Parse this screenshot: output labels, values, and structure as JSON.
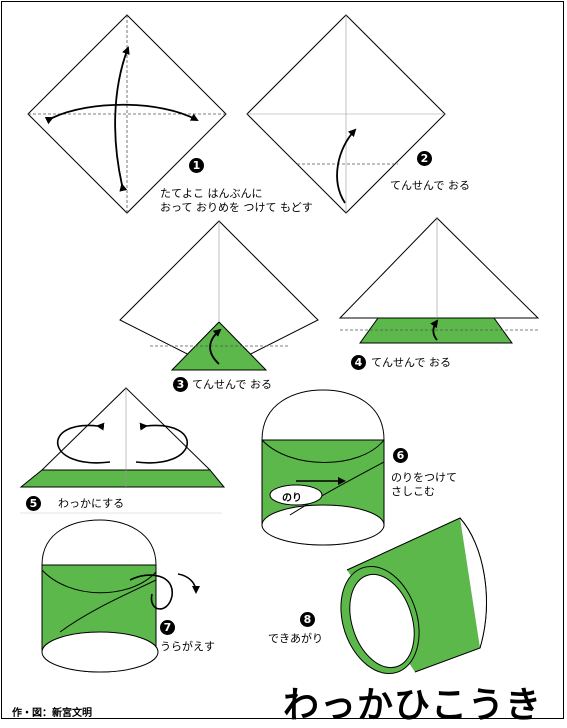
{
  "colors": {
    "paper_green": "#5cb84a",
    "line": "#000000",
    "crease": "#555555"
  },
  "steps": [
    {
      "number": "1",
      "line1": "たてよこ はんぶんに",
      "line2": "おって おりめを つけて もどす"
    },
    {
      "number": "2",
      "line1": "てんせんで おる"
    },
    {
      "number": "3",
      "line1": "てんせんで おる"
    },
    {
      "number": "4",
      "line1": "てんせんで おる"
    },
    {
      "number": "5",
      "line1": "わっかにする"
    },
    {
      "number": "6",
      "line1": "のりをつけて",
      "line2": "さしこむ",
      "glue_label": "のり"
    },
    {
      "number": "7",
      "line1": "うらがえす"
    },
    {
      "number": "8",
      "line1": "できあがり"
    }
  ],
  "title": "わっかひこうき",
  "credit": "作・図：新宮文明"
}
